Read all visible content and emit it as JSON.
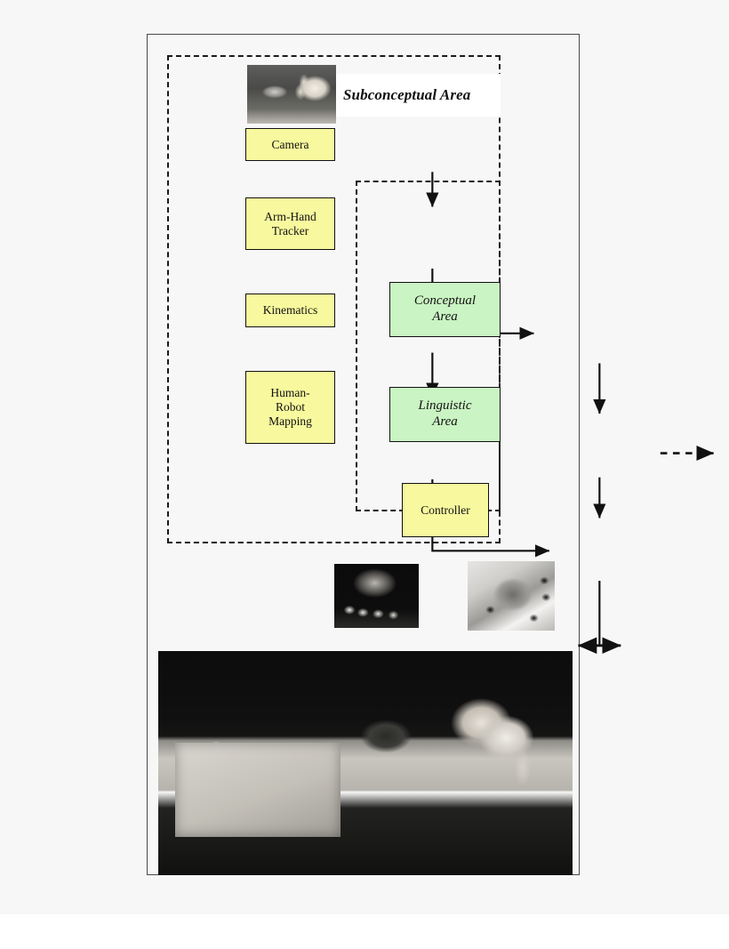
{
  "figure": {
    "title": "Subconceptual / Conceptual / Linguistic area robot control architecture",
    "background_color": "#f7f7f7",
    "frame_color": "#4a4a4a"
  },
  "regions": [
    {
      "id": "subconceptual",
      "label": "Subconceptual Area",
      "style": "dashed",
      "border_color": "#1a1a1a"
    },
    {
      "id": "conceptual-linguistic",
      "label": "",
      "style": "dashed",
      "border_color": "#1a1a1a"
    },
    {
      "id": "controller-region",
      "label": "",
      "style": "dashed",
      "border_color": "#1a1a1a"
    }
  ],
  "nodes": {
    "camera": {
      "label": "Camera",
      "color": "#f8f89e"
    },
    "tracker": {
      "label": "Arm-Hand\nTracker",
      "line1": "Arm-Hand",
      "line2": "Tracker",
      "color": "#f8f89e"
    },
    "kinematics": {
      "label": "Kinematics",
      "color": "#f8f89e"
    },
    "mapping": {
      "line1": "Human-",
      "line2": "Robot",
      "line3": "Mapping",
      "color": "#f8f89e"
    },
    "conceptual": {
      "line1": "Conceptual",
      "line2": "Area",
      "color": "#caf4c3"
    },
    "linguistic": {
      "line1": "Linguistic",
      "line2": "Area",
      "color": "#caf4c3"
    },
    "controller": {
      "label": "Controller",
      "color": "#f8f89e"
    }
  },
  "images": {
    "camera_hand": "grayscale-photo-camera-and-open-hand",
    "robot_hand_dark": "grayscale-photo-robot-hand-dark-background",
    "robot_hand_sim": "grayscale-render-simulated-robot-hand",
    "experimental_setup": "grayscale-photo-robot-hand-rig-with-human-hand"
  },
  "arrows": {
    "camera_to_tracker": "solid-down-arrow",
    "tracker_to_kinematics": "solid-down-arrow",
    "kinematics_to_mapping": "solid-down-arrow",
    "kinematics_to_conceptual": "solid-right-arrow",
    "conceptual_to_linguistic": "solid-down-arrow",
    "linguistic_to_controller": "solid-down-arrow",
    "mapping_to_controller": "solid-elbow-right-arrow",
    "linguistic_to_outside": "dashed-right-arrow",
    "controller_to_hands": "solid-double-head-arrow"
  }
}
